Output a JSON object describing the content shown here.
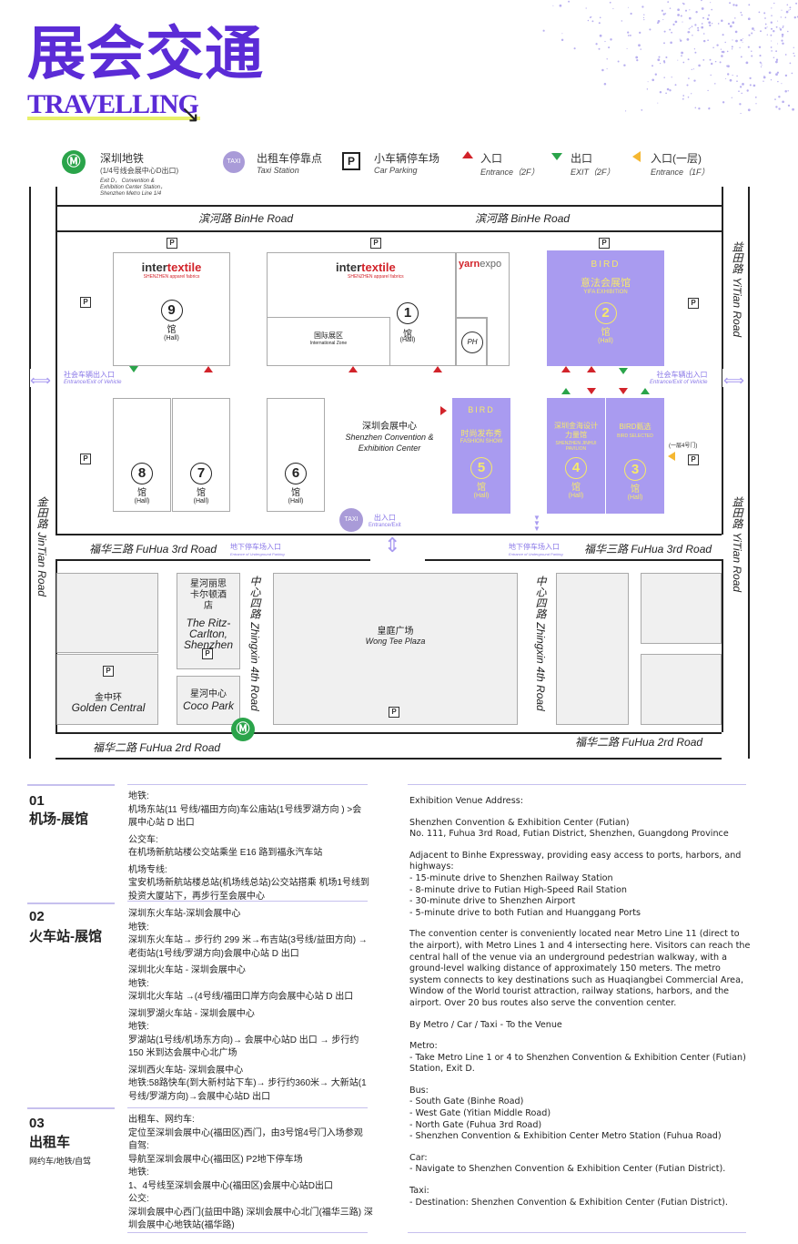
{
  "header": {
    "title_cn": "展会交通",
    "title_en": "TRAVELLING"
  },
  "legend": {
    "metro": {
      "icon": "metro-icon",
      "label": "深圳地铁",
      "sub": "(1/4号线会展中心D出口)",
      "detail": "Exit D， Convention & Exhibition Center Station， Shenzhen Metro Line 1/4"
    },
    "taxi": {
      "icon": "taxi-icon",
      "icon_text": "TAXI",
      "label": "出租车停靠点",
      "sub": "Taxi Station"
    },
    "parking": {
      "icon": "parking-icon",
      "icon_text": "P",
      "label": "小车辆停车场",
      "sub": "Car Parking"
    },
    "entrance2f": {
      "label": "入口",
      "sub": "Entrance（2F）"
    },
    "exit2f": {
      "label": "出口",
      "sub": "EXIT（2F）"
    },
    "entrance1f": {
      "label": "入口(一层)",
      "sub": "Entrance（1F）"
    }
  },
  "map": {
    "roads": {
      "binhe1": "滨河路 BinHe Road",
      "binhe2": "滨河路 BinHe Road",
      "yitian1": "益田路 YiTian Road",
      "yitian2": "益田路 YiTian Road",
      "jintian": "金田路 JinTian Road",
      "fuhua3_left": "福华三路 FuHua 3rd Road",
      "fuhua3_right": "福华三路 FuHua 3rd Road",
      "zhongxin1": "中心四路 Zhingxin 4th Road",
      "zhongxin2": "中心四路 Zhingxin 4th Road",
      "fuhua2_left": "福华二路 FuHua 2rd Road",
      "fuhua2_right": "福华二路 FuHua 2rd Road"
    },
    "vehicle_left": {
      "cn": "社会车辆出入口",
      "en": "Entrance/Exit of Vehicle"
    },
    "vehicle_right": {
      "cn": "社会车辆出入口",
      "en": "Entrance/Exit of Vehicle"
    },
    "parking_ug_left": {
      "cn": "地下停车场入口",
      "en": "Entrance of Underground Parking"
    },
    "parking_ug_right": {
      "cn": "地下停车场入口",
      "en": "Entrance of Underground Parking"
    },
    "taxi_entrance": {
      "cn": "出入口",
      "en": "Entrance/Exit",
      "icon_text": "TAXI"
    },
    "center": {
      "cn": "深圳会展中心",
      "en": "Shenzhen Convention & Exhibition Center"
    },
    "intertextile": {
      "inter": "inter",
      "textile": "textile",
      "sub": "SHENZHEN apparel fabrics"
    },
    "yarnexpo": {
      "yarn": "yarn",
      "expo": "expo"
    },
    "intl_zone": {
      "cn": "国际展区",
      "en": "International Zone"
    },
    "puh": "PH",
    "hall_cn": "馆",
    "hall_en": "(Hall)",
    "hall2": {
      "brand": "BIRD",
      "cn": "意法会展馆",
      "en": "YIFA EXHIBITION"
    },
    "hall5": {
      "brand": "BIRD",
      "cn": "时尚发布秀",
      "en": "FASHION SHOW"
    },
    "hall4": {
      "cn": "深圳金海设计力量馆",
      "en": "SHENZHEN JINHUI PAVILION"
    },
    "hall3": {
      "cn": "BIRD甄选",
      "en": "BIRD SELECTED"
    },
    "hall3_side": "(一层4号门)",
    "nums": {
      "h1": "1",
      "h2": "2",
      "h3": "3",
      "h4": "4",
      "h5": "5",
      "h6": "6",
      "h7": "7",
      "h8": "8",
      "h9": "9"
    },
    "ritz": {
      "cn": "星河丽思卡尔顿酒店",
      "en": "The Ritz-Carlton, Shenzhen"
    },
    "coco": {
      "cn": "星河中心",
      "en": "Coco Park"
    },
    "golden": {
      "cn": "金中环",
      "en": "Golden Central"
    },
    "wongtee": {
      "cn": "皇庭广场",
      "en": "Wong Tee Plaza"
    }
  },
  "sections": [
    {
      "num": "01",
      "title": "机场-展馆",
      "lines": [
        "地铁:",
        "机场东站(11 号线/福田方向)车公庙站(1号线罗湖方向 ) >会展中心站 D 出口",
        "公交车:",
        "在机场新航站楼公交站乘坐 E16 路到福永汽车站",
        "机场专线:",
        "宝安机场新航站楼总站(机场线总站)公交站搭乘 机场1号线到投资大厦站下，再步行至会展中心"
      ]
    },
    {
      "num": "02",
      "title": "火车站-展馆",
      "lines": [
        "深圳东火车站-深圳会展中心",
        "地铁:",
        "深圳东火车站→ 步行约 299 米→布吉站(3号线/益田方向) → 老街站(1号线/罗湖方向)会展中心站 D 出口",
        "深圳北火车站 - 深圳会展中心",
        "地铁:",
        "深圳北火车站 →(4号线/福田口岸方向会展中心站 D 出口",
        "深圳罗湖火车站 - 深圳会展中心",
        "地铁:",
        "罗湖站(1号线/机场东方向)→ 会展中心站D 出口 → 步行约 150 米到达会展中心北广场",
        "深圳西火车站- 深圳会展中心",
        "地铁:58路快车(到大新村站下车)→ 步行约360米→ 大新站(1号线/罗湖方向)→会展中心站D 出口"
      ]
    },
    {
      "num": "03",
      "title": "出租车",
      "subtitle": "网约车/地铁/自驾",
      "lines": [
        "出租车、网约车:",
        "定位至深圳会展中心(福田区)西门，由3号馆4号门入场参观",
        "自驾:",
        "导航至深圳会展中心(福田区) P2地下停车场",
        "地铁:",
        "1、4号线至深圳会展中心(福田区)会展中心站D出口",
        "公交:",
        "深圳会展中心西门(益田中路) 深圳会展中心北门(福华三路) 深圳会展中心地铁站(福华路)"
      ]
    }
  ],
  "info": [
    "Exhibition Venue Address:",
    "Shenzhen Convention & Exhibition Center (Futian)\nNo. 111, Fuhua 3rd Road, Futian District, Shenzhen, Guangdong Province",
    "Adjacent to Binhe Expressway, providing easy access to ports, harbors, and highways:\n- 15-minute drive to Shenzhen Railway Station\n- 8-minute drive to Futian High-Speed Rail Station\n- 30-minute drive to Shenzhen Airport\n- 5-minute drive to both Futian and Huanggang Ports",
    "The convention center is conveniently located near Metro Line 11 (direct to the airport), with Metro Lines 1 and 4 intersecting here. Visitors can reach the central hall of the venue via an underground pedestrian walkway, with a ground-level walking distance of approximately 150 meters. The metro system connects to key destinations such as Huaqiangbei Commercial Area, Window of the World tourist attraction, railway stations, harbors, and the airport. Over 20 bus routes also serve the convention center.",
    "By Metro / Car / Taxi - To the Venue",
    "Metro:\n- Take Metro Line 1 or 4 to Shenzhen Convention & Exhibition Center (Futian) Station, Exit D.",
    "Bus:\n- South Gate (Binhe Road)\n- West Gate (Yitian Middle Road)\n- North Gate (Fuhua 3rd Road)\n- Shenzhen Convention & Exhibition Center Metro Station (Fuhua Road)",
    "Car:\n- Navigate to Shenzhen Convention & Exhibition Center (Futian District).",
    "Taxi:\n- Destination: Shenzhen Convention & Exhibition Center (Futian District)."
  ],
  "colors": {
    "brand_purple": "#5b2bd6",
    "hall_purple": "#a99bf0",
    "metro_green": "#2aa44a",
    "entrance_red": "#d2232a",
    "entrance1f_yellow": "#f5b731"
  }
}
